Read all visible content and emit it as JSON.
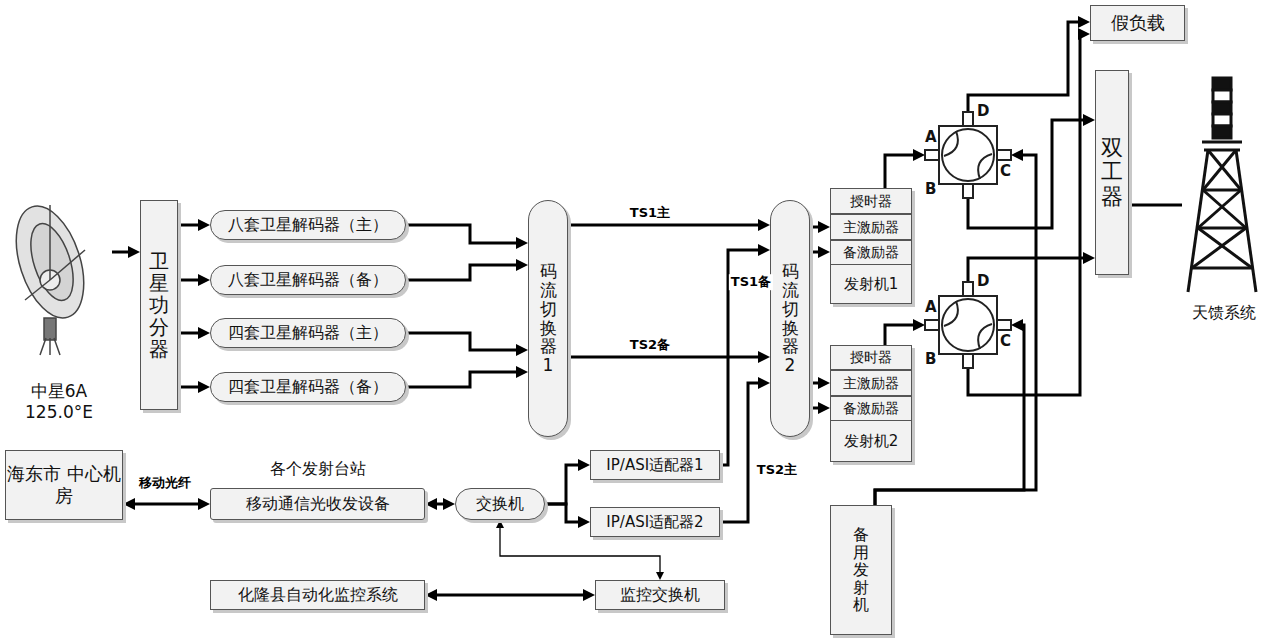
{
  "diagram": {
    "nodes": [
      {
        "text": [
          "中星6A 125.0°E"
        ]
      },
      {
        "text": [
          "卫星功分器"
        ]
      },
      {
        "text": [
          "八套卫星解码器（主）"
        ]
      },
      {
        "text": [
          "八套卫星解码器（备）"
        ]
      },
      {
        "text": [
          "四套卫星解码器（主）"
        ]
      },
      {
        "text": [
          "四套卫星解码器（备）"
        ]
      },
      {
        "text": [
          "码流切换器1"
        ]
      },
      {
        "text": [
          "码流切换器2"
        ]
      },
      {
        "text": [
          "授时器"
        ]
      },
      {
        "text": [
          "主激励器"
        ]
      },
      {
        "text": [
          "备激励器"
        ]
      },
      {
        "text": [
          "发射机1"
        ]
      },
      {
        "text": [
          "授时器"
        ]
      },
      {
        "text": [
          "主激励器"
        ]
      },
      {
        "text": [
          "备激励器"
        ]
      },
      {
        "text": [
          "发射机2"
        ]
      },
      {
        "text": [
          "A",
          "D",
          "C",
          "B"
        ]
      },
      {
        "text": [
          "A",
          "D",
          "C",
          "B"
        ]
      },
      {
        "text": [
          "假负载"
        ]
      },
      {
        "text": [
          "双工器"
        ]
      },
      {
        "text": [
          "天馈系统"
        ]
      },
      {
        "text": [
          "备用发射机"
        ]
      },
      {
        "text": [
          "海东市 中心机房"
        ]
      },
      {
        "text": [
          "各个发射台站",
          "移动通信光收发设备"
        ]
      },
      {
        "text": [
          "交换机"
        ]
      },
      {
        "text": [
          "IP/ASI适配器1"
        ]
      },
      {
        "text": [
          "IP/ASI适配器2"
        ]
      },
      {
        "text": [
          "化隆县自动化监控系统"
        ]
      },
      {
        "text": [
          "监控交换机"
        ]
      }
    ],
    "edges": [
      {
        "from": 0,
        "to": 1,
        "arrow": "to"
      },
      {
        "from": 1,
        "to": 2,
        "arrow": "to"
      },
      {
        "from": 1,
        "to": 3,
        "arrow": "to"
      },
      {
        "from": 1,
        "to": 4,
        "arrow": "to"
      },
      {
        "from": 1,
        "to": 5,
        "arrow": "to"
      },
      {
        "from": 2,
        "to": 6,
        "arrow": "to"
      },
      {
        "from": 3,
        "to": 6,
        "arrow": "to"
      },
      {
        "from": 4,
        "to": 6,
        "arrow": "to"
      },
      {
        "from": 5,
        "to": 6,
        "arrow": "to"
      },
      {
        "from": 6,
        "to": 7,
        "label": "TS1主",
        "arrow": "to"
      },
      {
        "from": 6,
        "to": 7,
        "label": "TS2备",
        "arrow": "to"
      },
      {
        "from": 25,
        "to": 7,
        "label": "TS1备",
        "arrow": "to"
      },
      {
        "from": 26,
        "to": 7,
        "label": "TS2主",
        "arrow": "to"
      },
      {
        "from": 7,
        "to": 9,
        "arrow": "to"
      },
      {
        "from": 7,
        "to": 10,
        "arrow": "to"
      },
      {
        "from": 7,
        "to": 13,
        "arrow": "to"
      },
      {
        "from": 7,
        "to": 14,
        "arrow": "to"
      },
      {
        "from": 8,
        "to": 16,
        "arrow": "to"
      },
      {
        "from": 12,
        "to": 17,
        "arrow": "to"
      },
      {
        "from": 16,
        "to": 18,
        "arrow": "to"
      },
      {
        "from": 16,
        "to": 19,
        "arrow": "to"
      },
      {
        "from": 17,
        "to": 19,
        "arrow": "to"
      },
      {
        "from": 17,
        "to": 18,
        "arrow": "to"
      },
      {
        "from": 21,
        "to": 16,
        "arrow": "to"
      },
      {
        "from": 21,
        "to": 17,
        "arrow": "to"
      },
      {
        "from": 19,
        "to": 20,
        "arrow": "none"
      },
      {
        "from": 22,
        "to": 23,
        "label": "移动光纤",
        "arrow": "both"
      },
      {
        "from": 23,
        "to": 24,
        "arrow": "both"
      },
      {
        "from": 24,
        "to": 25,
        "arrow": "to"
      },
      {
        "from": 24,
        "to": 26,
        "arrow": "to"
      },
      {
        "from": 27,
        "to": 28,
        "arrow": "both"
      },
      {
        "from": 24,
        "to": 28,
        "arrow": "both"
      }
    ]
  }
}
